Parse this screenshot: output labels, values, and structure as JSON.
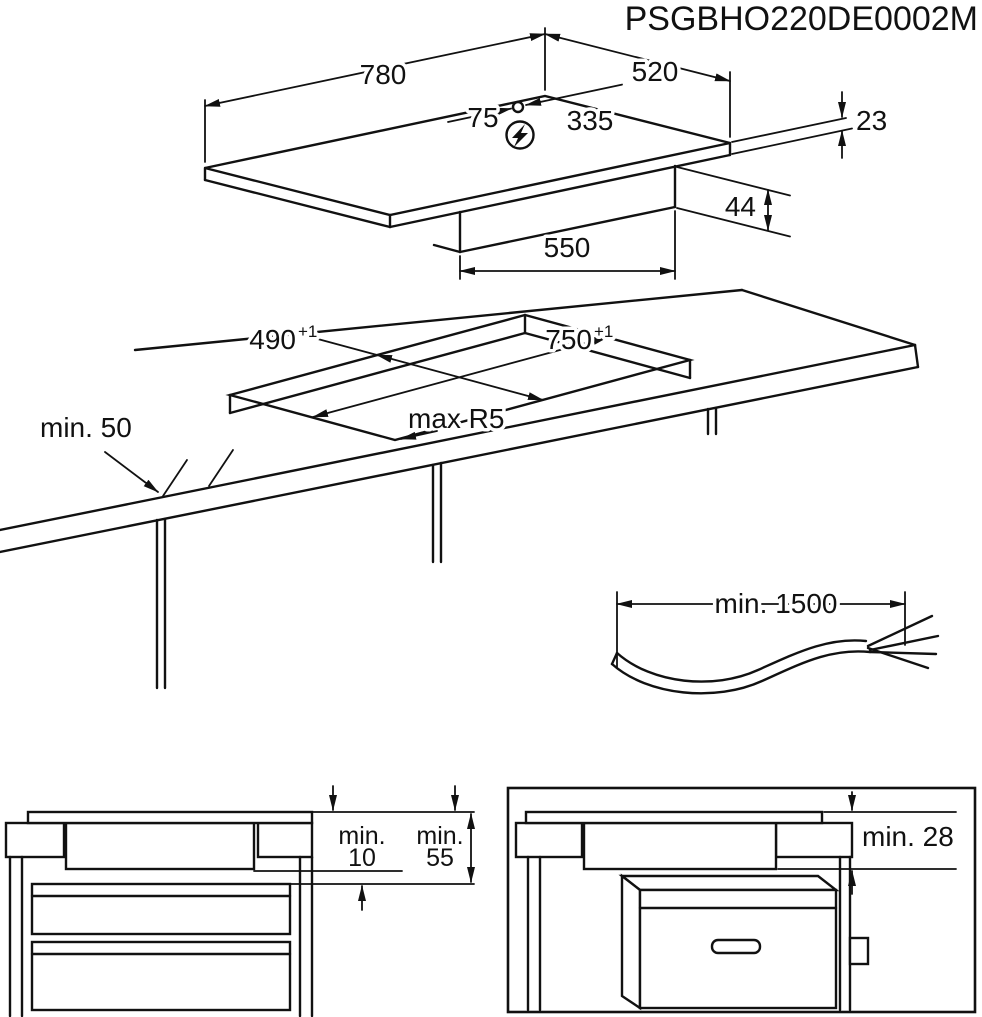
{
  "doc": {
    "part_number": "PSGBHO220DE0002M"
  },
  "colors": {
    "line": "#111111",
    "background": "#ffffff"
  },
  "hob_view": {
    "width": "780",
    "depth": "520",
    "connection_offset_left": "75",
    "connection_offset_right": "335",
    "height_above": "23",
    "box_height": "44",
    "box_width": "550",
    "power_symbol_icon": "lightning-bolt-icon"
  },
  "cutout_view": {
    "front_clearance": "min. 50",
    "depth_value": "490",
    "depth_tolerance": "+1",
    "width_value": "750",
    "width_tolerance": "+1",
    "corner_radius": "max R5"
  },
  "cable_view": {
    "min_length": "min. 1500"
  },
  "drawer_view": {
    "gap1_prefix": "min.",
    "gap1_value": "10",
    "gap2_prefix": "min.",
    "gap2_value": "55"
  },
  "oven_view": {
    "gap": "min. 28"
  }
}
